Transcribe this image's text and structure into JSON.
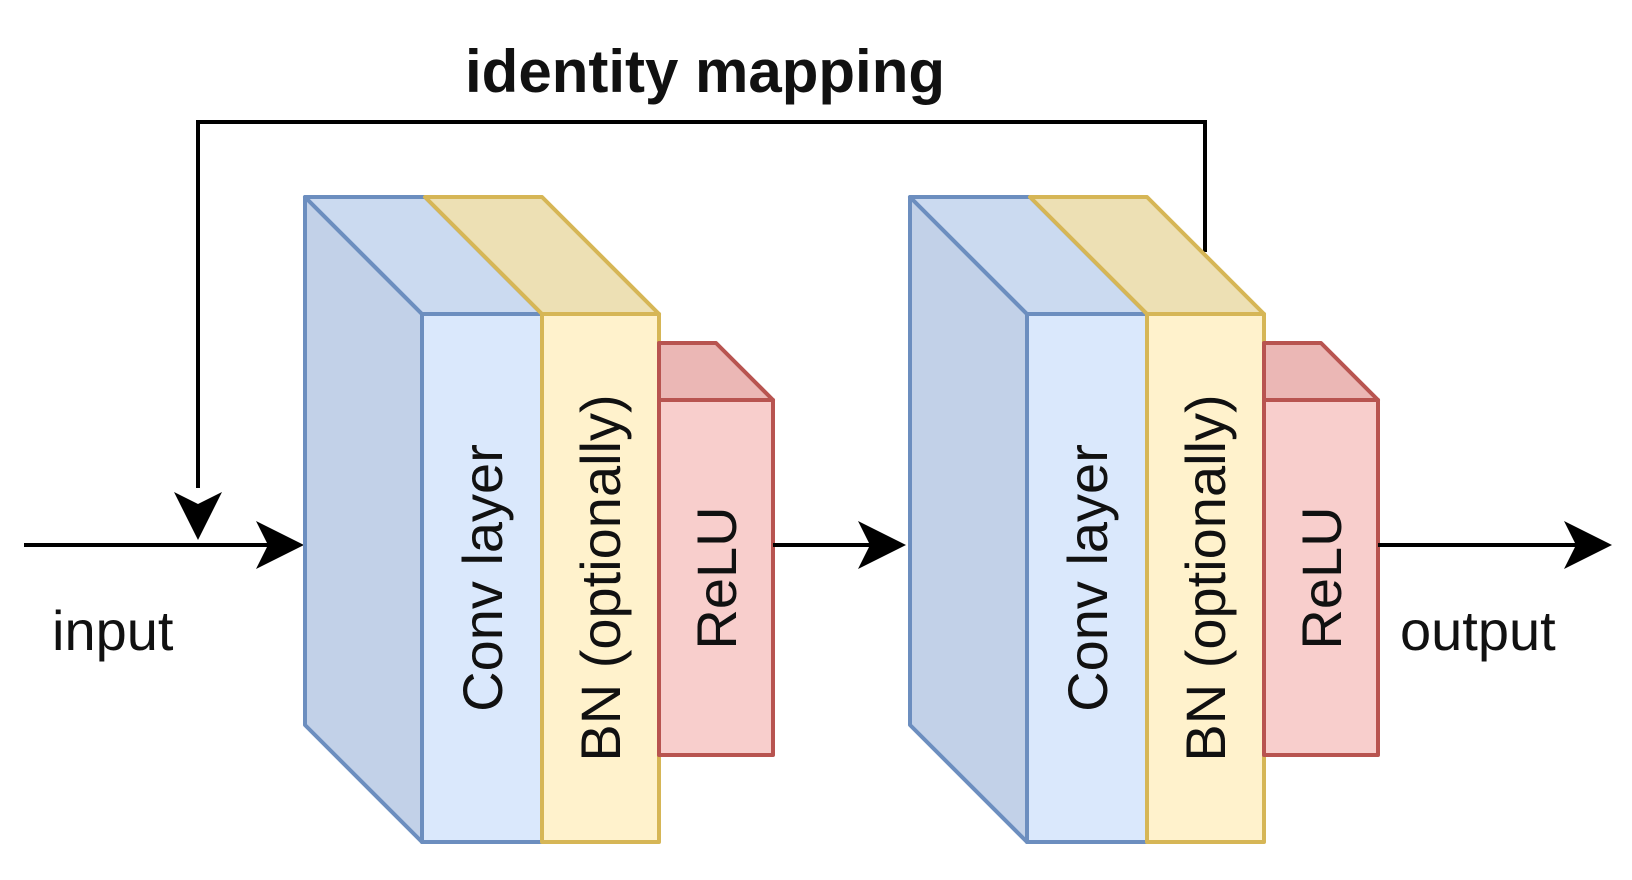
{
  "title": "identity mapping",
  "input_label": "input",
  "output_label": "output",
  "blocks": [
    {
      "layers": [
        {
          "kind": "conv",
          "label": "Conv layer"
        },
        {
          "kind": "bn",
          "label": "BN (optionally)"
        },
        {
          "kind": "relu",
          "label": "ReLU"
        }
      ]
    },
    {
      "layers": [
        {
          "kind": "conv",
          "label": "Conv layer"
        },
        {
          "kind": "bn",
          "label": "BN (optionally)"
        },
        {
          "kind": "relu",
          "label": "ReLU"
        }
      ]
    }
  ],
  "colors": {
    "conv_fill": "#dae8fc",
    "conv_side": "#c2d1e8",
    "conv_top": "#cbdaf0",
    "conv_stroke": "#6c8ebf",
    "bn_fill": "#fff2cc",
    "bn_top": "#ede0b4",
    "bn_stroke": "#d6b656",
    "relu_fill": "#f8cecc",
    "relu_top": "#ebb7b5",
    "relu_stroke": "#b85450"
  }
}
